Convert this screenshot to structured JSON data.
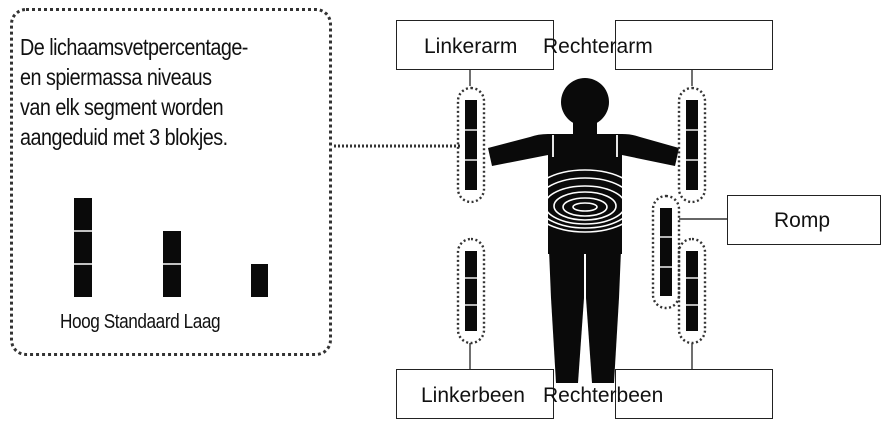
{
  "description": {
    "lines": [
      "De lichaamsvetpercentage-",
      "en spiermassa niveaus",
      "van elk segment worden",
      "aangeduid met 3 blokjes."
    ]
  },
  "legend": {
    "levels": [
      {
        "label": "Hoog",
        "blocks": 3
      },
      {
        "label": "Standaard",
        "blocks": 2
      },
      {
        "label": "Laag",
        "blocks": 1
      }
    ],
    "label_text": "Hoog Standaard Laag"
  },
  "segments": {
    "left_arm": "Linkerarm",
    "right_arm": "Rechterarm",
    "trunk": "Romp",
    "left_leg": "Linkerbeen",
    "right_leg": "Rechterbeen"
  },
  "colors": {
    "ink": "#111111",
    "block": "#0a0a0a",
    "box_border": "#222222",
    "background": "#ffffff"
  }
}
